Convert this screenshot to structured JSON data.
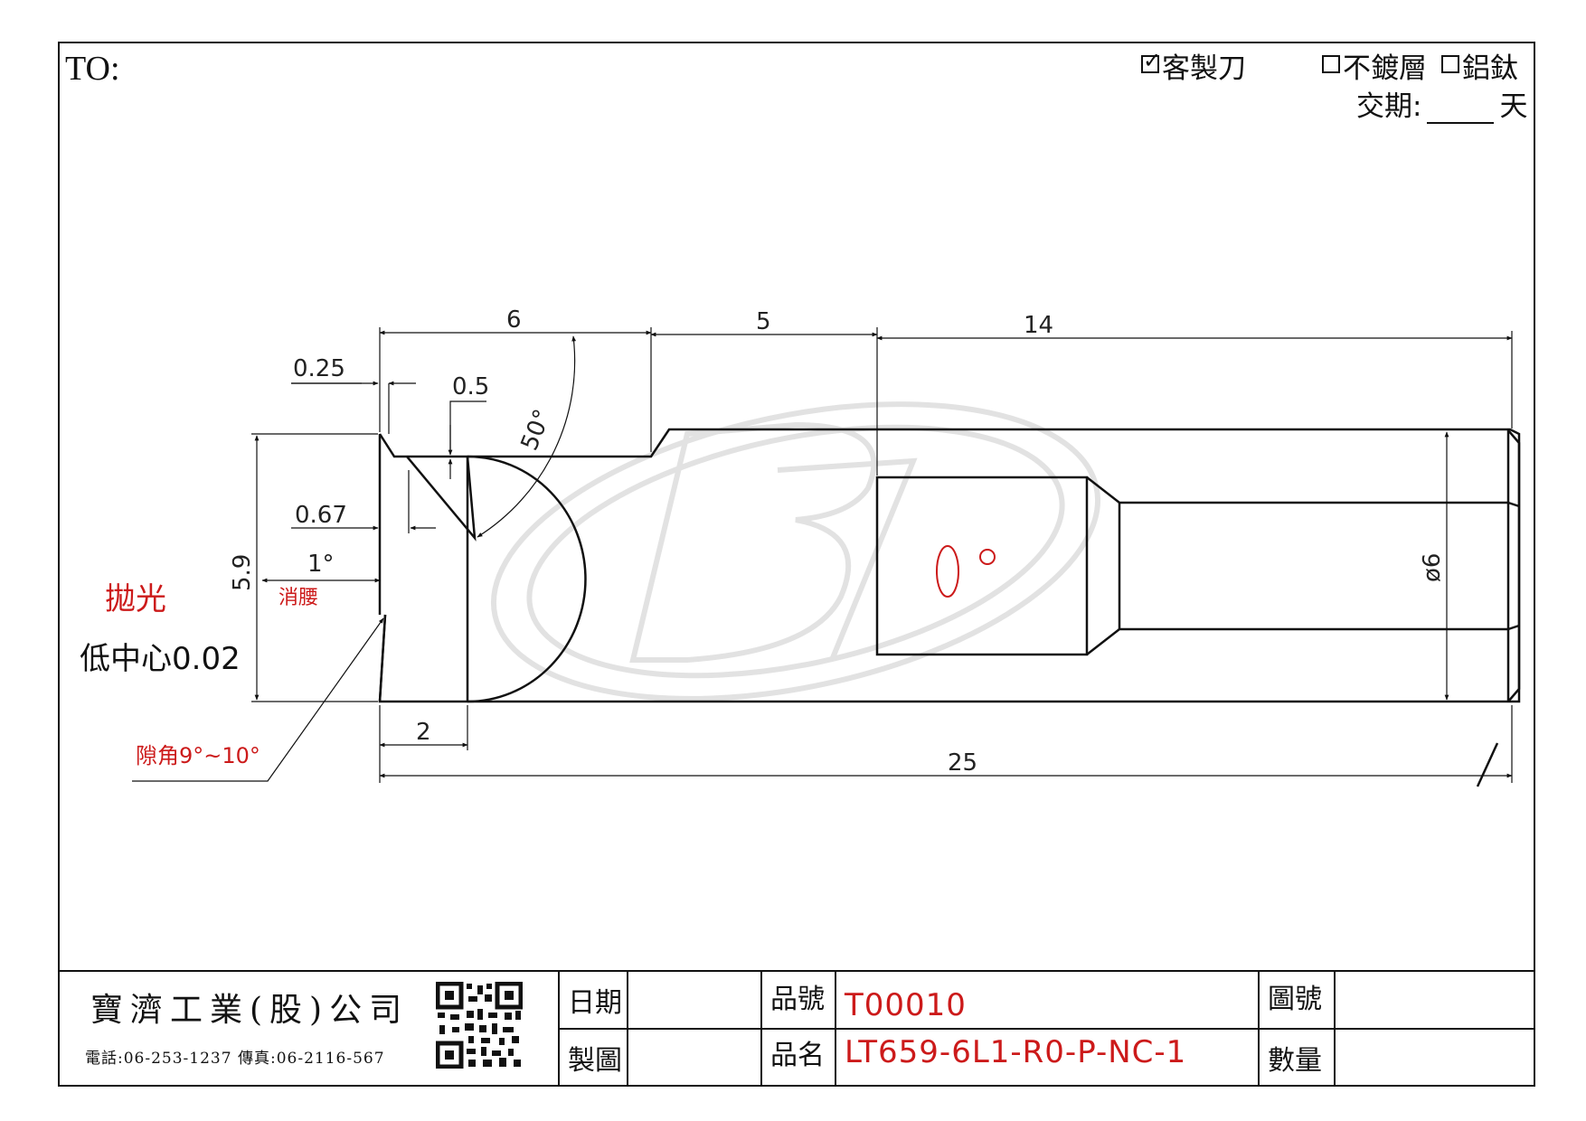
{
  "header": {
    "to_label": "TO:",
    "options": [
      {
        "label": "客製刀",
        "checked": true
      },
      {
        "label": "不鍍層",
        "checked": false
      },
      {
        "label": "鋁鈦",
        "checked": false
      }
    ],
    "delivery_label": "交期:",
    "delivery_unit": "天"
  },
  "dimensions": {
    "d6": "6",
    "d5": "5",
    "d14": "14",
    "d025": "0.25",
    "d05": "0.5",
    "angle50": "50°",
    "d067": "0.67",
    "angle1": "1°",
    "d59": "5.9",
    "d2": "2",
    "d25": "25",
    "diameter": "ø6"
  },
  "notes": {
    "xiaoyao": "消腰",
    "polish": "拋光",
    "low_center": "低中心0.02",
    "clearance": "隙角9°~10°"
  },
  "title_block": {
    "company": "寶濟工業(股)公司",
    "phone": "電話:06-253-1237 傳真:06-2116-567",
    "date_label": "日期",
    "drawn_label": "製圖",
    "part_no_label": "品號",
    "part_no": "T00010",
    "part_name_label": "品名",
    "part_name": "LT659-6L1-R0-P-NC-1",
    "drawing_no_label": "圖號",
    "qty_label": "數量"
  },
  "colors": {
    "line": "#111111",
    "accent_red": "#cc1a1a",
    "watermark": "#e2e2e2"
  }
}
